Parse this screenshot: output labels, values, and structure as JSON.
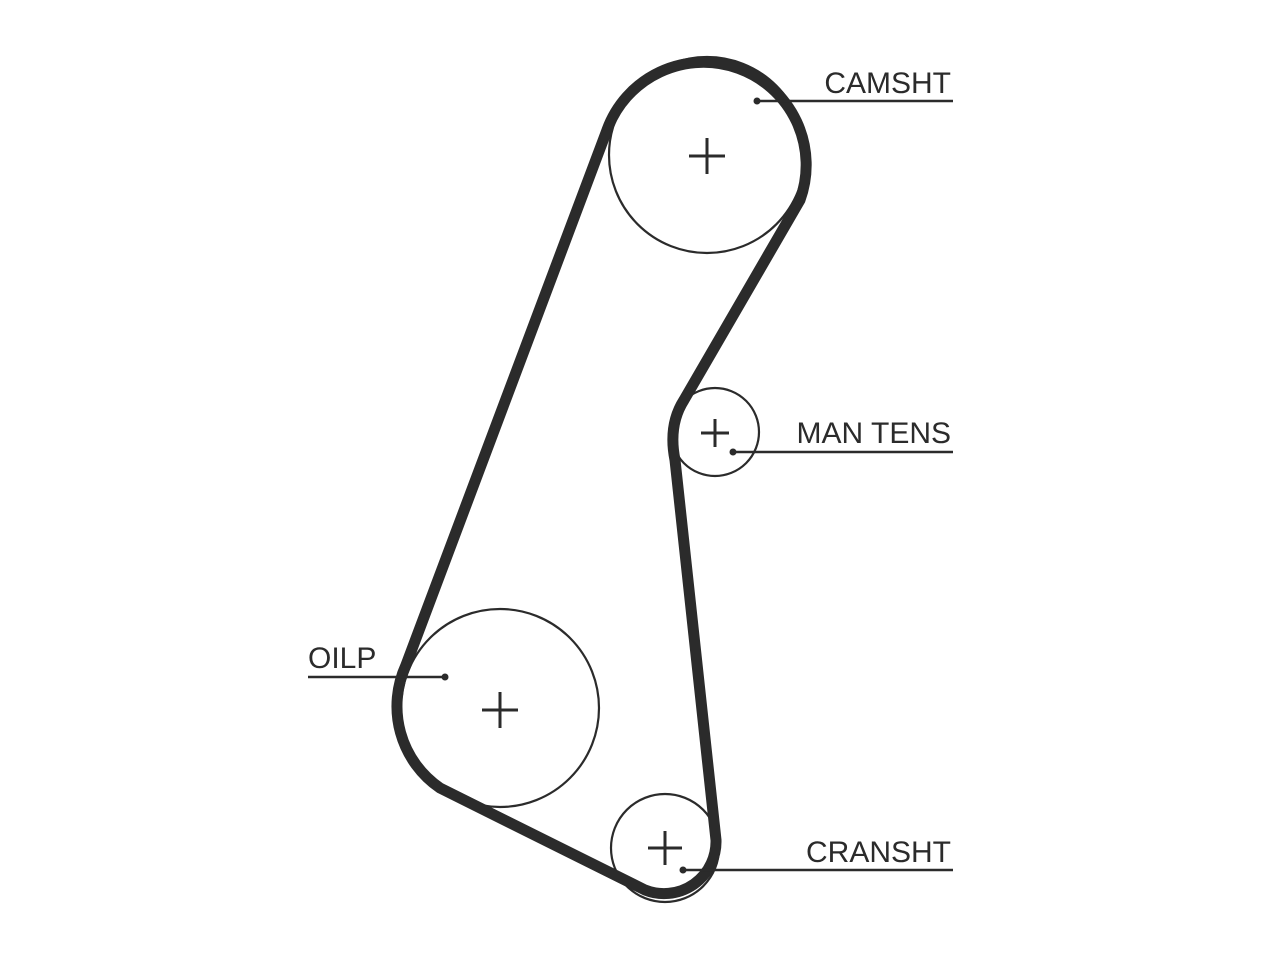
{
  "diagram": {
    "pulleys": [
      {
        "id": "camshaft",
        "label": "CAMSHT"
      },
      {
        "id": "man-tensioner",
        "label": "MAN TENS"
      },
      {
        "id": "oil-pump",
        "label": "OILP"
      },
      {
        "id": "crankshaft",
        "label": "CRANSHT"
      }
    ]
  },
  "colors": {
    "stroke": "#2b2b2b",
    "background": "#ffffff"
  }
}
